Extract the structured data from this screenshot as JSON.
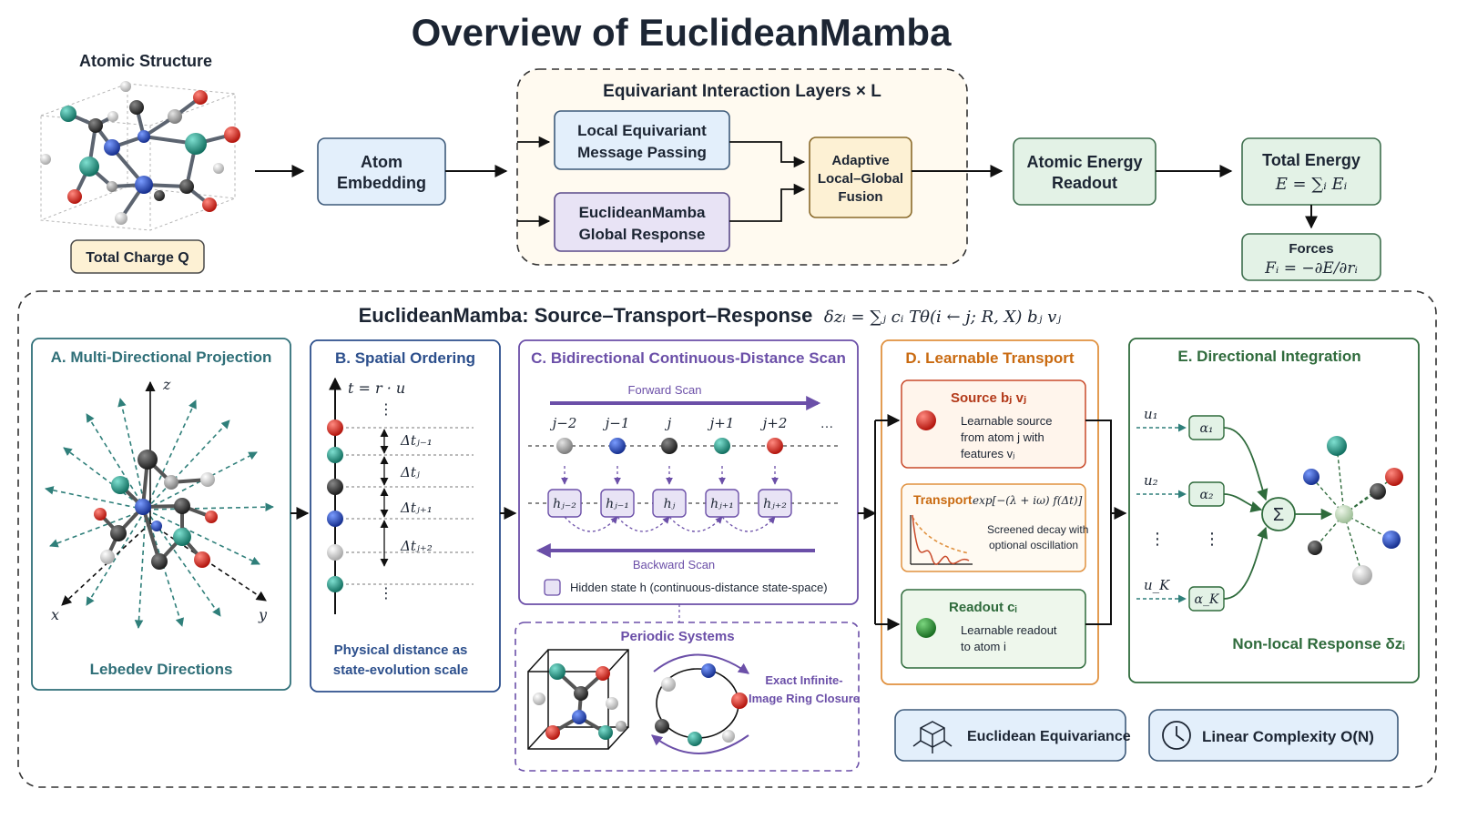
{
  "title": "Overview of EuclideanMamba",
  "top": {
    "atomic_structure_label": "Atomic Structure",
    "total_charge_label": "Total Charge Q",
    "atom_embedding": [
      "Atom",
      "Embedding"
    ],
    "layers_title": "Equivariant Interaction Layers × L",
    "local_mp": [
      "Local Equivariant",
      "Message Passing"
    ],
    "global_response": [
      "EuclideanMamba",
      "Global Response"
    ],
    "fusion": [
      "Adaptive",
      "Local–Global",
      "Fusion"
    ],
    "readout": [
      "Atomic Energy",
      "Readout"
    ],
    "total_energy": [
      "Total Energy",
      "E = ∑ᵢ Eᵢ"
    ],
    "forces": [
      "Forces",
      "Fᵢ = −∂E/∂rᵢ"
    ]
  },
  "bottom": {
    "title": "EuclideanMamba: Source–Transport–Response",
    "equation": "δzᵢ = ∑ⱼ cᵢ Tθ(i ← j; R, X) bⱼ vⱼ",
    "panel_a": {
      "title": "A. Multi-Directional Projection",
      "caption": "Lebedev Directions",
      "axis_z": "z",
      "axis_x": "x",
      "axis_y": "y"
    },
    "panel_b": {
      "title": "B. Spatial Ordering",
      "t_label": "t = r · u",
      "deltas": [
        "Δtⱼ₋₁",
        "Δtⱼ",
        "Δtⱼ₊₁",
        "Δtⱼ₊₂"
      ],
      "caption": [
        "Physical distance as",
        "state-evolution scale"
      ]
    },
    "panel_c": {
      "title": "C. Bidirectional Continuous-Distance Scan",
      "forward": "Forward Scan",
      "backward": "Backward Scan",
      "indices": [
        "j−2",
        "j−1",
        "j",
        "j+1",
        "j+2"
      ],
      "states": [
        "hⱼ₋₂",
        "hⱼ₋₁",
        "hⱼ",
        "hⱼ₊₁",
        "hⱼ₊₂"
      ],
      "legend": "Hidden state h  (continuous-distance state-space)"
    },
    "periodic": {
      "title": "Periodic Systems",
      "caption": [
        "Exact Infinite-",
        "Image Ring Closure"
      ]
    },
    "panel_d": {
      "title": "D. Learnable Transport",
      "source_title": "Source bⱼ vⱼ",
      "source_text": [
        "Learnable source",
        "from atom j with",
        "features vⱼ"
      ],
      "transport_title": "Transport",
      "transport_formula": "exp[−(λ + iω) f(Δt)]",
      "transport_text": [
        "Screened decay with",
        "optional oscillation"
      ],
      "readout_title": "Readout cᵢ",
      "readout_text": [
        "Learnable readout",
        "to atom i"
      ]
    },
    "panel_e": {
      "title": "E. Directional Integration",
      "u_labels": [
        "u₁",
        "u₂",
        "u_K"
      ],
      "alpha_labels": [
        "α₁",
        "α₂",
        "α_K"
      ],
      "sum": "Σ",
      "caption": "Non-local Response δzᵢ"
    },
    "badges": {
      "equivariance": "Euclidean Equivariance",
      "complexity": "Linear Complexity O(N)"
    }
  },
  "colors": {
    "blue_box": "#e3effb",
    "blue_border": "#3d5a7a",
    "purple_box": "#e8e3f5",
    "yellow_box": "#fdf1d4",
    "green_box": "#e3f2e6",
    "green_border": "#3d6e4d",
    "teal": "#2f6f78",
    "navy": "#2c4f8c",
    "purple": "#6b4fa8",
    "orange": "#e0913f",
    "dark_green": "#2f6b3c"
  }
}
